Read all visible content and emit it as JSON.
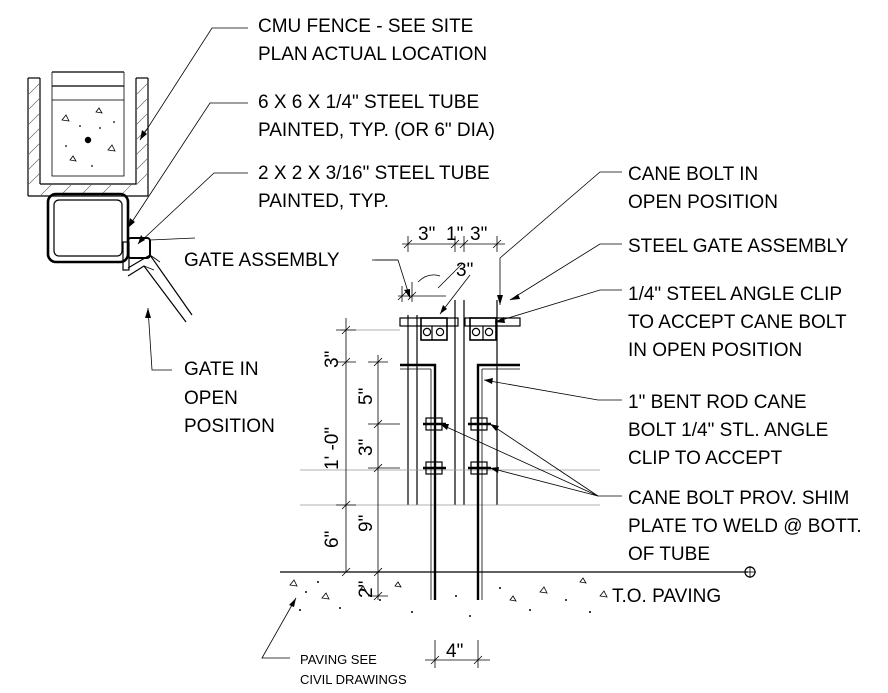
{
  "callouts": {
    "cmu_fence": [
      "CMU FENCE - SEE SITE",
      "PLAN ACTUAL LOCATION"
    ],
    "steel_tube_6": [
      "6 X 6 X 1/4\" STEEL TUBE",
      "PAINTED, TYP. (OR 6\" DIA)"
    ],
    "steel_tube_2": [
      "2 X 2 X 3/16\" STEEL TUBE",
      "PAINTED, TYP."
    ],
    "gate_open": [
      "GATE IN",
      "OPEN",
      "POSITION"
    ],
    "gate_assembly": "GATE ASSEMBLY",
    "cane_bolt_open": [
      "CANE BOLT IN",
      "OPEN POSITION"
    ],
    "steel_gate_assembly": "STEEL GATE ASSEMBLY",
    "angle_clip": [
      "1/4\" STEEL ANGLE CLIP",
      "TO ACCEPT CANE BOLT",
      "IN OPEN POSITION"
    ],
    "bent_rod": [
      "1\" BENT ROD CANE",
      "BOLT 1/4\" STL. ANGLE",
      "CLIP TO ACCEPT"
    ],
    "shim_plate": [
      "CANE BOLT PROV. SHIM",
      "PLATE TO WELD @ BOTT.",
      "OF TUBE"
    ],
    "paving": "T.O. PAVING",
    "paving_note": [
      "PAVING SEE",
      "CIVIL DRAWINGS"
    ]
  },
  "dimensions": {
    "top_3a": "3\"",
    "top_1": "1\"",
    "top_3b": "3\"",
    "top_3c": "3\"",
    "v_3_top": "3\"",
    "v_1_0": "1' -0\"",
    "v_5": "5\"",
    "v_3_mid": "3\"",
    "v_6": "6\"",
    "v_9": "9\"",
    "v_2": "2\"",
    "bottom_4": "4\""
  }
}
